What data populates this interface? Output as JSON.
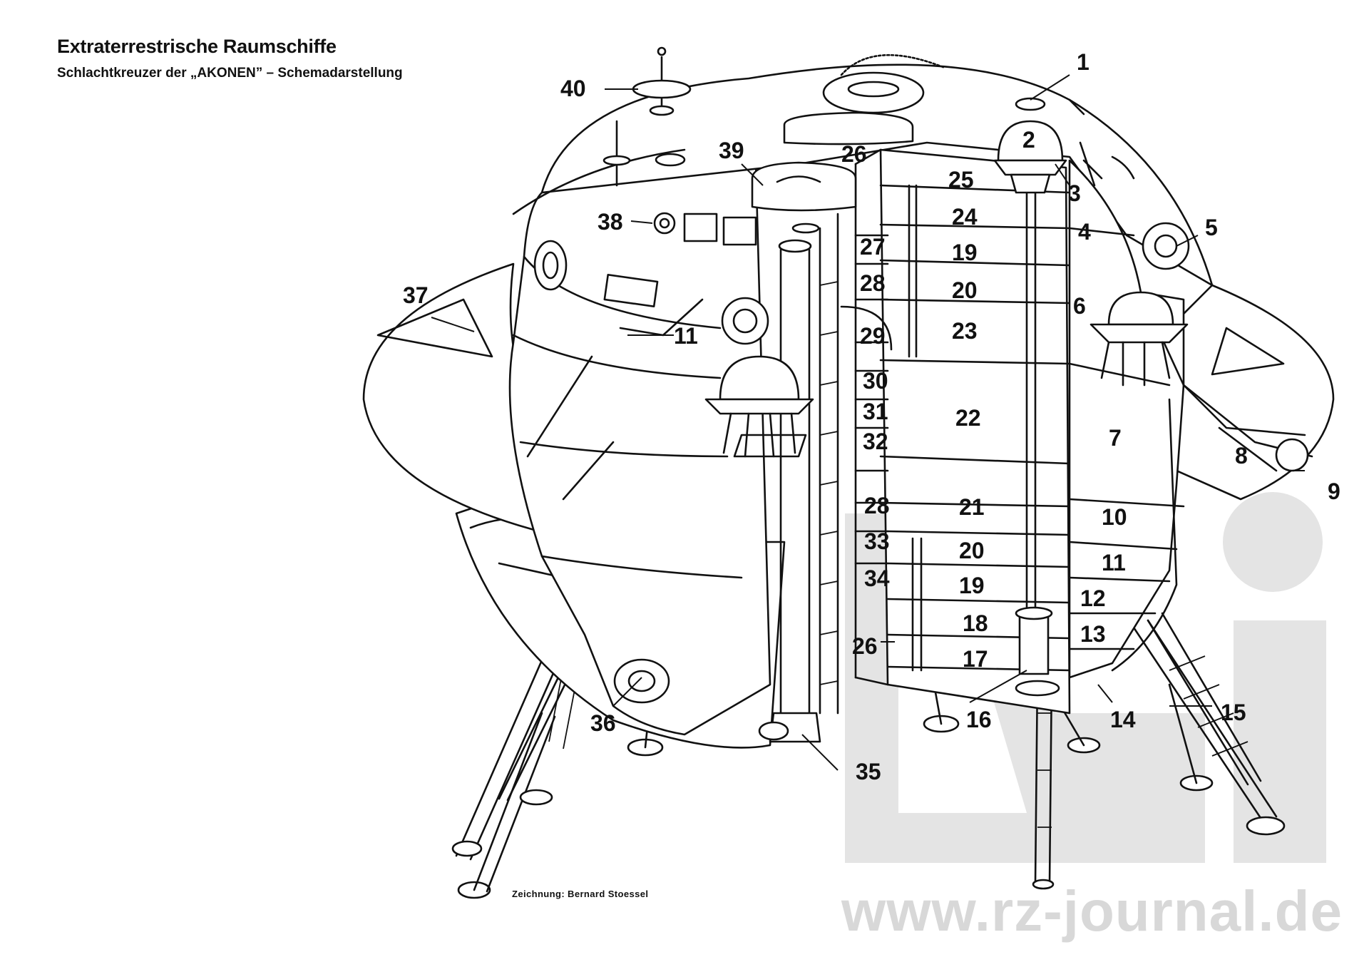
{
  "header": {
    "title": "Extraterrestrische Raumschiffe",
    "subtitle": "Schlachtkreuzer der „AKONEN” – Schemadarstellung"
  },
  "credit": "Zeichnung: Bernard Stoessel",
  "watermark": "www.rz-journal.de",
  "labels": {
    "l1": "1",
    "l2": "2",
    "l3": "3",
    "l4": "4",
    "l5": "5",
    "l6": "6",
    "l7": "7",
    "l8": "8",
    "l9": "9",
    "l10": "10",
    "l11a": "11",
    "l11b": "11",
    "l12": "12",
    "l13": "13",
    "l14": "14",
    "l15": "15",
    "l16": "16",
    "l17": "17",
    "l18": "18",
    "l19a": "19",
    "l19b": "19",
    "l20a": "20",
    "l20b": "20",
    "l21": "21",
    "l22": "22",
    "l23": "23",
    "l24": "24",
    "l25": "25",
    "l26a": "26",
    "l26b": "26",
    "l27": "27",
    "l28a": "28",
    "l28b": "28",
    "l29": "29",
    "l30": "30",
    "l31": "31",
    "l32": "32",
    "l33": "33",
    "l34": "34",
    "l35": "35",
    "l36": "36",
    "l37": "37",
    "l38": "38",
    "l39": "39",
    "l40": "40"
  },
  "colors": {
    "ink": "#111111",
    "paper": "#ffffff",
    "watermark": "#d8d8d8"
  }
}
